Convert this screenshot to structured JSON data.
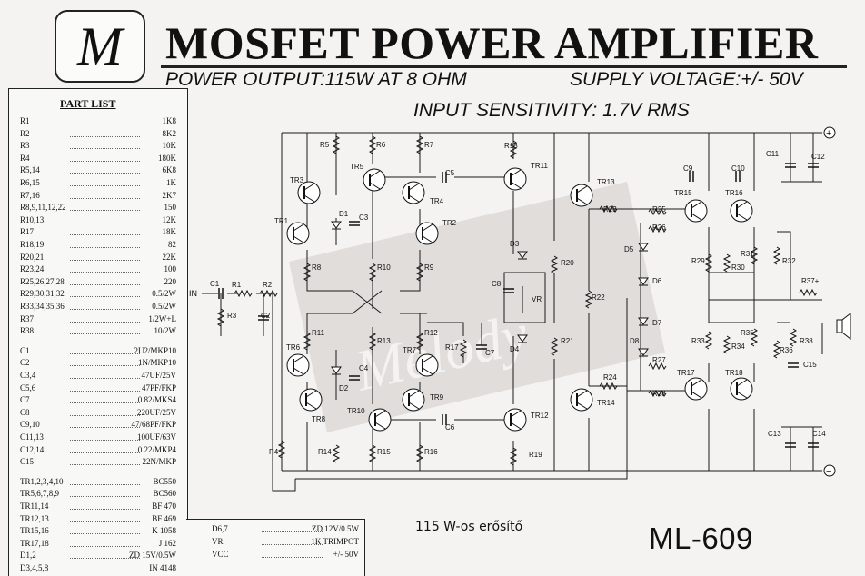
{
  "header": {
    "logo_letter": "M",
    "title": "MOSFET POWER AMPLIFIER",
    "power_output": "POWER OUTPUT:115W AT 8 OHM",
    "supply_voltage": "SUPPLY VOLTAGE:+/- 50V",
    "input_sensitivity": "INPUT SENSITIVITY: 1.7V RMS"
  },
  "part_list": {
    "title": "PART LIST",
    "items": [
      {
        "name": "R1",
        "value": "1K8"
      },
      {
        "name": "R2",
        "value": "8K2"
      },
      {
        "name": "R3",
        "value": "10K"
      },
      {
        "name": "R4",
        "value": "180K"
      },
      {
        "name": "R5,14",
        "value": "6K8"
      },
      {
        "name": "R6,15",
        "value": "1K"
      },
      {
        "name": "R7,16",
        "value": "2K7"
      },
      {
        "name": "R8,9,11,12,22",
        "value": "150"
      },
      {
        "name": "R10,13",
        "value": "12K"
      },
      {
        "name": "R17",
        "value": "18K"
      },
      {
        "name": "R18,19",
        "value": "82"
      },
      {
        "name": "R20,21",
        "value": "22K"
      },
      {
        "name": "R23,24",
        "value": "100"
      },
      {
        "name": "R25,26,27,28",
        "value": "220"
      },
      {
        "name": "R29,30,31,32",
        "value": "0.5/2W"
      },
      {
        "name": "R33,34,35,36",
        "value": "0.5/2W"
      },
      {
        "name": "R37",
        "value": "1/2W+L"
      },
      {
        "name": "R38",
        "value": "10/2W"
      },
      {
        "name": "C1",
        "value": "2U2/MKP10"
      },
      {
        "name": "C2",
        "value": "1N/MKP10"
      },
      {
        "name": "C3,4",
        "value": "47UF/25V"
      },
      {
        "name": "C5,6",
        "value": "47PF/FKP"
      },
      {
        "name": "C7",
        "value": "0.82/MKS4"
      },
      {
        "name": "C8",
        "value": "220UF/25V"
      },
      {
        "name": "C9,10",
        "value": "47/68PF/FKP"
      },
      {
        "name": "C11,13",
        "value": "100UF/63V"
      },
      {
        "name": "C12,14",
        "value": "0.22/MKP4"
      },
      {
        "name": "C15",
        "value": "22N/MKP"
      },
      {
        "name": "TR1,2,3,4,10",
        "value": "BC550"
      },
      {
        "name": "TR5,6,7,8,9",
        "value": "BC560"
      },
      {
        "name": "TR11,14",
        "value": "BF 470"
      },
      {
        "name": "TR12,13",
        "value": "BF 469"
      },
      {
        "name": "TR15,16",
        "value": "K 1058"
      },
      {
        "name": "TR17,18",
        "value": "J 162"
      },
      {
        "name": "D1,2",
        "value": "ZD 15V/0.5W"
      },
      {
        "name": "D3,4,5,8",
        "value": "IN 4148"
      }
    ],
    "items2": [
      {
        "name": "D6,7",
        "value": "ZD 12V/0.5W"
      },
      {
        "name": "VR",
        "value": "1K TRIMPOT"
      },
      {
        "name": "VCC",
        "value": "+/- 50V"
      }
    ]
  },
  "schematic": {
    "watermark": "Melody",
    "input_label": "IN",
    "labels": {
      "C1": "C1",
      "R1": "R1",
      "R2": "R2",
      "R3": "R3",
      "C2": "C2",
      "R4": "R4",
      "R5": "R5",
      "R6": "R6",
      "R7": "R7",
      "TR1": "TR1",
      "TR2": "TR2",
      "TR3": "TR3",
      "TR4": "TR4",
      "TR5": "TR5",
      "TR6": "TR6",
      "TR7": "TR7",
      "TR8": "TR8",
      "TR9": "TR9",
      "TR10": "TR10",
      "TR11": "TR11",
      "TR12": "TR12",
      "TR13": "TR13",
      "TR14": "TR14",
      "TR15": "TR15",
      "TR16": "TR16",
      "TR17": "TR17",
      "TR18": "TR18",
      "D1": "D1",
      "D2": "D2",
      "D3": "D3",
      "D4": "D4",
      "D5": "D5",
      "D6": "D6",
      "D7": "D7",
      "D8": "D8",
      "C3": "C3",
      "C4": "C4",
      "C5": "C5",
      "C6": "C6",
      "C7": "C7",
      "C8": "C8",
      "C9": "C9",
      "C10": "C10",
      "C11": "C11",
      "C12": "C12",
      "C13": "C13",
      "C14": "C14",
      "C15": "C15",
      "R8": "R8",
      "R9": "R9",
      "R10": "R10",
      "R11": "R11",
      "R12": "R12",
      "R13": "R13",
      "R14": "R14",
      "R15": "R15",
      "R16": "R16",
      "R17": "R17",
      "R18": "R18",
      "R19": "R19",
      "R20": "R20",
      "R21": "R21",
      "R22": "R22",
      "R23": "R23",
      "R24": "R24",
      "R25": "R25",
      "R26": "R26",
      "R27": "R27",
      "R28": "R28",
      "R29": "R29",
      "R30": "R30",
      "R31": "R31",
      "R32": "R32",
      "R33": "R33",
      "R34": "R34",
      "R35": "R35",
      "R36": "R36",
      "R37": "R37+L",
      "R38": "R38",
      "VR": "VR"
    },
    "plus_rail": "+",
    "minus_rail": "−"
  },
  "footer": {
    "caption": "115 W-os erősítő",
    "model": "ML-609"
  }
}
